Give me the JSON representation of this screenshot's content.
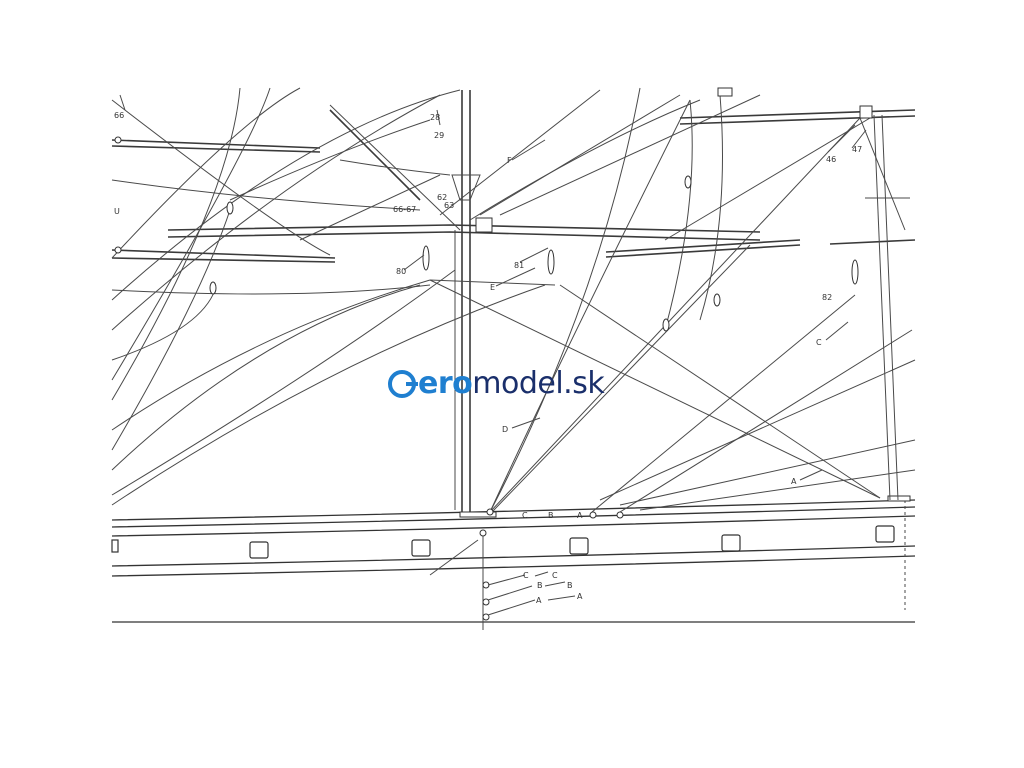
{
  "watermark": {
    "prefix": "ero",
    "main": "model.sk",
    "brand_color": "#1f7fd0",
    "text_color": "#1a2f6b"
  },
  "labels": {
    "l66": "66",
    "l28": "28",
    "l29": "29",
    "lF": "F",
    "l46": "46",
    "l47": "47",
    "l6667": "66-67",
    "l62": "62",
    "l63": "63",
    "lU": "U",
    "l80": "80",
    "l81": "81",
    "lE": "E",
    "l82": "82",
    "lC1": "C",
    "lD": "D",
    "lA1": "A",
    "lC2": "C",
    "lB2": "B",
    "lA2": "A",
    "lC3": "C",
    "lC4": "C",
    "lB3": "B",
    "lB4": "B",
    "lA3": "A",
    "lA4": "A"
  }
}
